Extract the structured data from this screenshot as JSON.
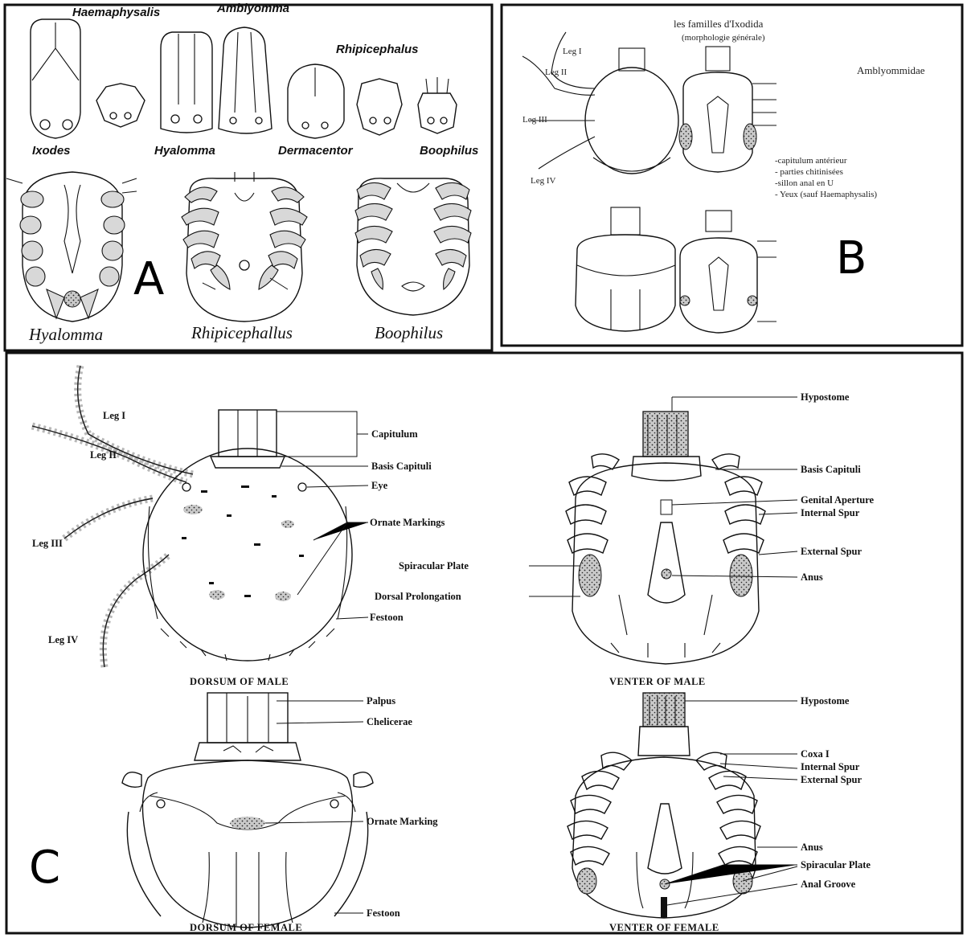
{
  "panel_a": {
    "letter": "A",
    "top_labels": [
      "Haemaphysalis",
      "Amblyomma",
      "Rhipicephalus"
    ],
    "genus_labels": [
      "Ixodes",
      "Hyalomma",
      "Dermacentor",
      "Boophilus"
    ],
    "bottom_labels": [
      "Hyalomma",
      "Rhipicephallus",
      "Boophilus"
    ]
  },
  "panel_b": {
    "letter": "B",
    "title": "les familles d'Ixodida",
    "subtitle": "(morphologie générale)",
    "family": "Amblyommidae",
    "legs": [
      "Leg I",
      "Leg II",
      "Leg III",
      "Leg IV"
    ],
    "features": [
      "-capitulum antérieur",
      "- parties chitinisées",
      "-sillon anal en U",
      "- Yeux (sauf Haemaphysalis)"
    ]
  },
  "panel_c": {
    "letter": "C",
    "legs": [
      "Leg I",
      "Leg II",
      "Leg III",
      "Leg IV"
    ],
    "dorsum_male": {
      "caption": "DORSUM OF MALE",
      "labels": [
        "Capitulum",
        "Basis Capituli",
        "Eye",
        "Ornate Markings",
        "Festoon"
      ]
    },
    "venter_male": {
      "caption": "VENTER OF MALE",
      "labels": [
        "Hypostome",
        "Basis Capituli",
        "Genital Aperture",
        "Internal Spur",
        "External Spur",
        "Spiracular Plate",
        "Anus",
        "Dorsal Prolongation"
      ]
    },
    "dorsum_female": {
      "caption": "DORSUM OF FEMALE",
      "labels": [
        "Palpus",
        "Chelicerae",
        "Ornate Marking",
        "Festoon"
      ]
    },
    "venter_female": {
      "caption": "VENTER OF FEMALE",
      "labels": [
        "Hypostome",
        "Coxa I",
        "Internal Spur",
        "External Spur",
        "Anus",
        "Spiracular Plate",
        "Anal Groove"
      ]
    }
  }
}
